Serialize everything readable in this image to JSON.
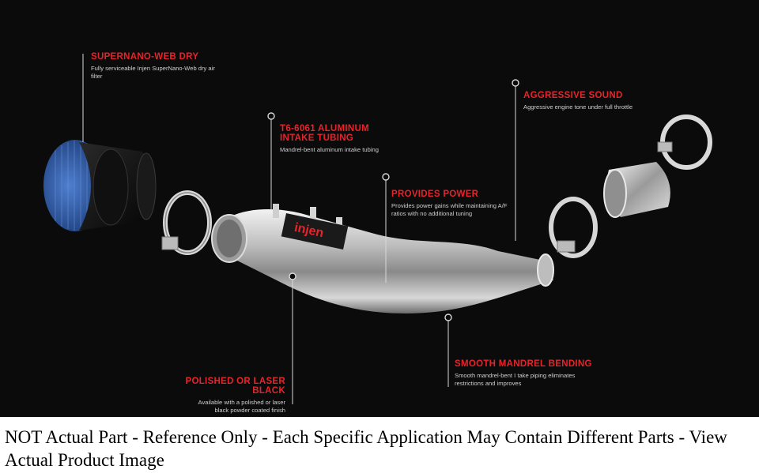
{
  "callouts": {
    "supernano": {
      "title": "SUPERNANO-WEB DRY",
      "desc": "Fully serviceable Injen SuperNano-Web dry air filter"
    },
    "tubing": {
      "title": "T6-6061 ALUMINUM INTAKE TUBING",
      "desc": "Mandrel-bent aluminum intake tubing"
    },
    "power": {
      "title": "PROVIDES POWER",
      "desc": "Provides power gains while maintaining A/F ratios with no additional tuning"
    },
    "sound": {
      "title": "AGGRESSIVE SOUND",
      "desc": "Aggressive engine tone under full throttle"
    },
    "finish": {
      "title": "POLISHED OR LASER BLACK",
      "desc": "Available with a polished or laser black powder coated finish"
    },
    "bending": {
      "title": "SMOOTH MANDREL BENDING",
      "desc": "Smooth mandrel-bent I take piping eliminates restrictions and improves"
    }
  },
  "logo": {
    "text": "injen"
  },
  "disclaimer": "NOT Actual Part - Reference Only - Each Specific Application May Contain Different Parts - View Actual Product Image",
  "colors": {
    "accent": "#e8232a",
    "background": "#0b0b0b",
    "tube": "#c9c9c9",
    "filter_media": "#2d5aa8"
  }
}
